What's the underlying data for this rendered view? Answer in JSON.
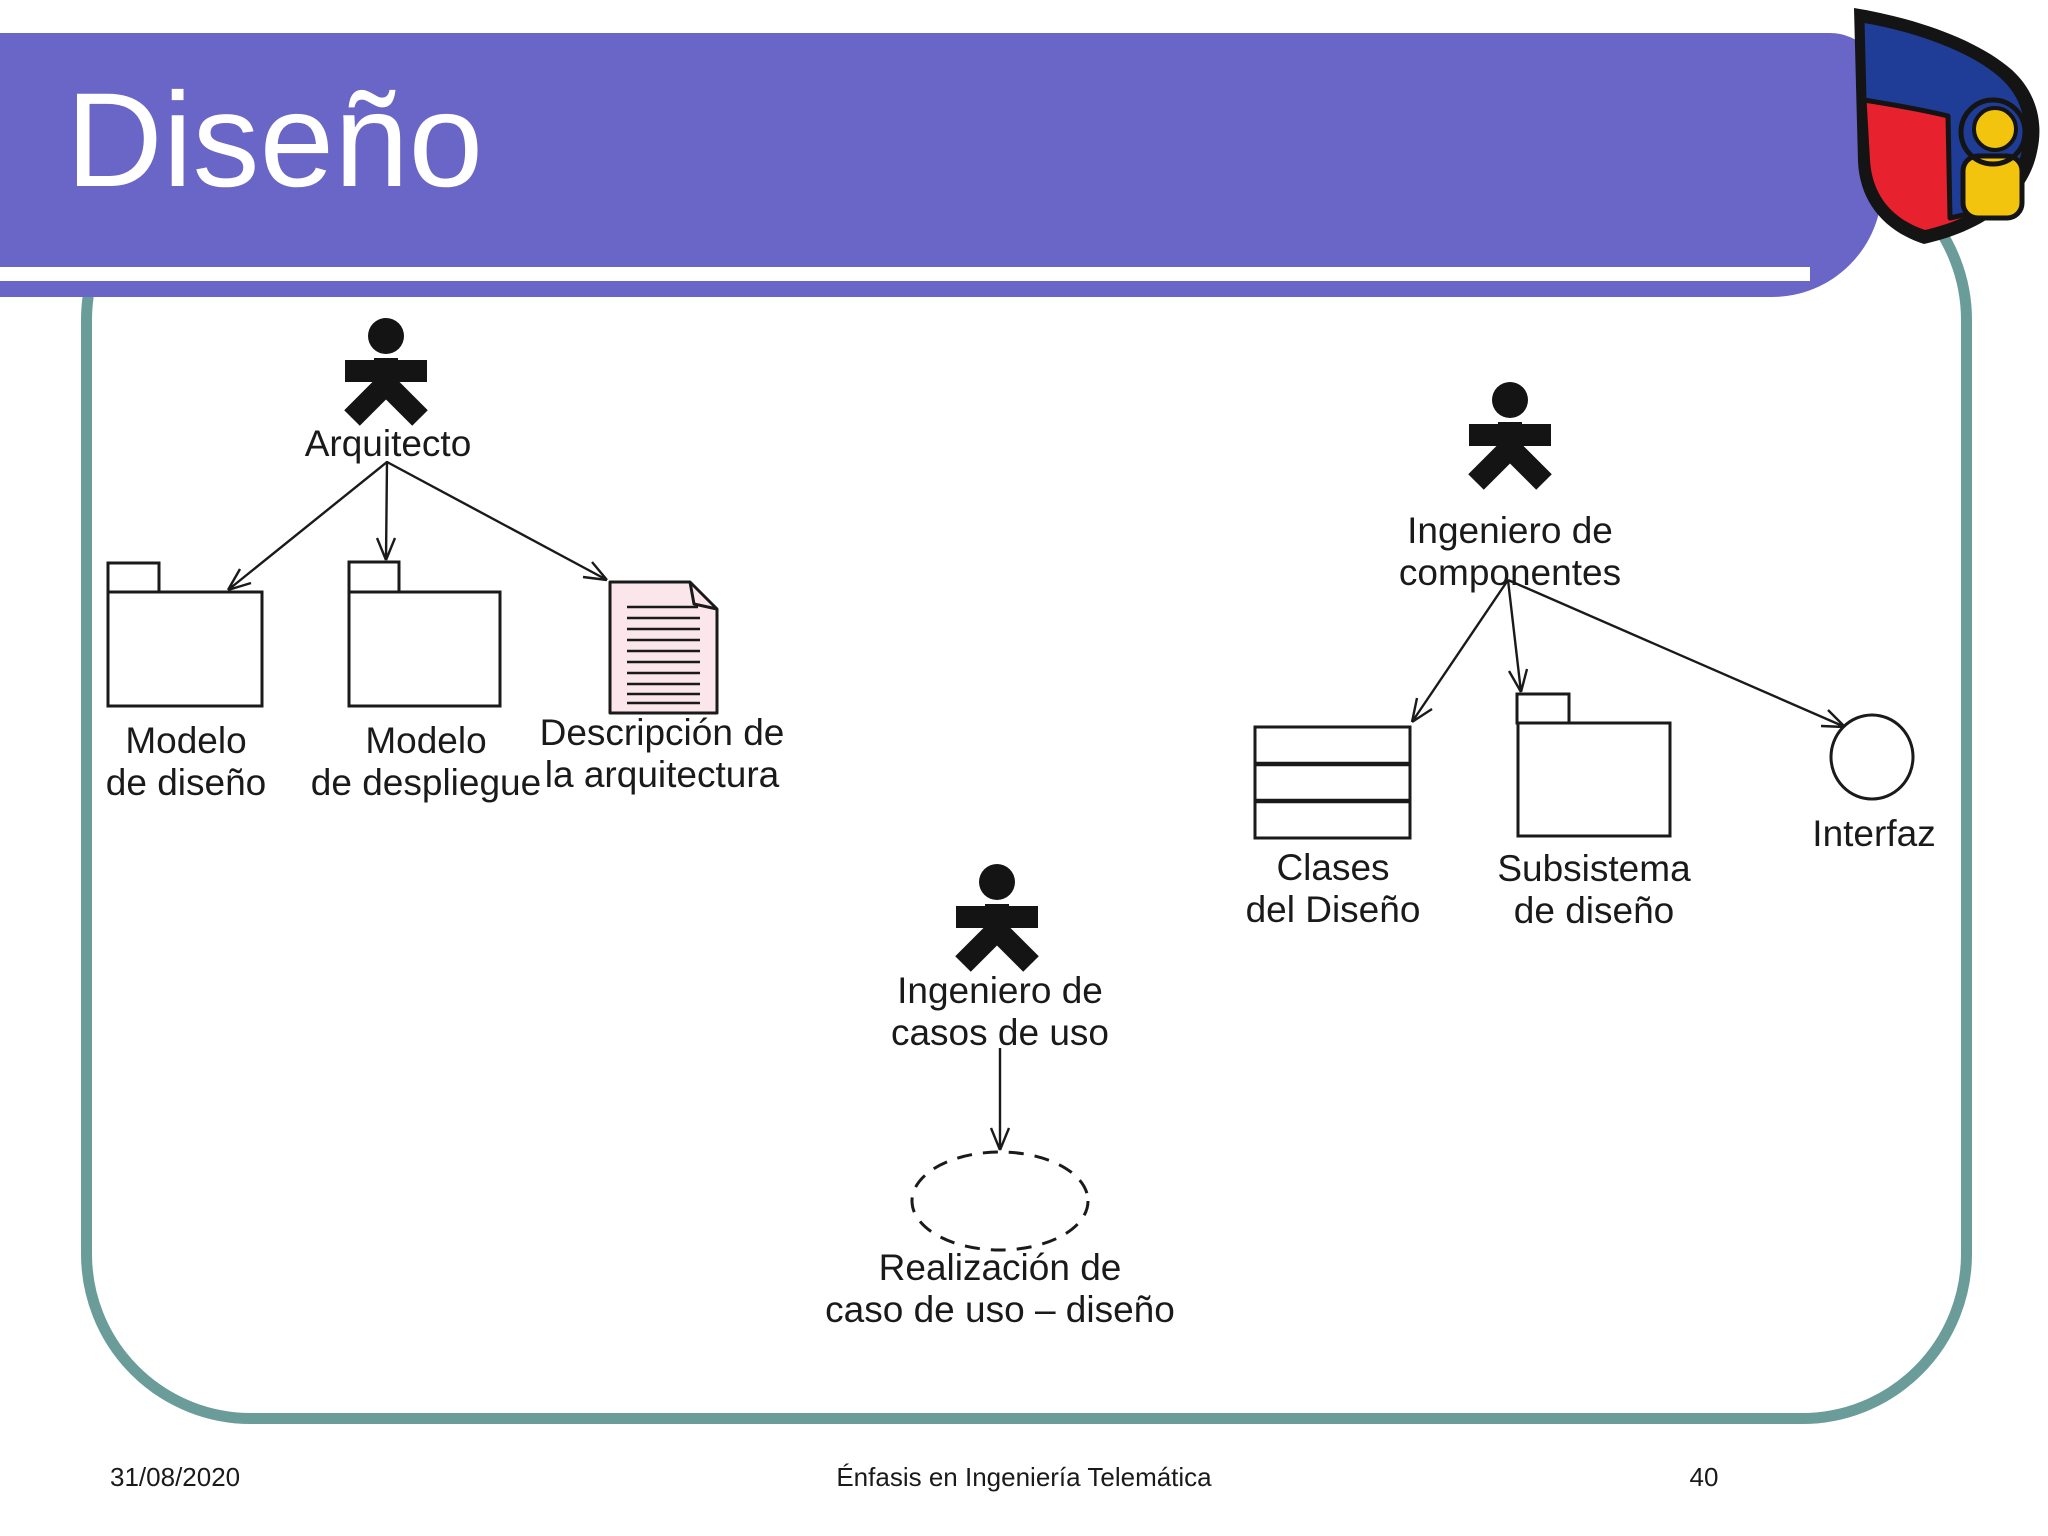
{
  "slide": {
    "title": "Diseño"
  },
  "footer": {
    "date": "31/08/2020",
    "course": "Énfasis en Ingeniería Telemática",
    "page": "40"
  },
  "colors": {
    "banner_purple": "#6966c7",
    "frame_teal": "#6a9c99",
    "document_pink": "#fbe6eb",
    "logo_blue": "#1f3d96",
    "logo_red": "#e8212e",
    "logo_yellow": "#f2c40d",
    "diagram_ink": "#1a1a1a"
  },
  "diagram": {
    "actors": {
      "arquitecto": {
        "line1": "Arquitecto"
      },
      "ing_componentes": {
        "line1": "Ingeniero de",
        "line2": "componentes"
      },
      "ing_casos": {
        "line1": "Ingeniero de",
        "line2": "casos de uso"
      }
    },
    "artifacts": {
      "modelo_diseno": {
        "line1": "Modelo",
        "line2": "de diseño",
        "shape": "package-folder"
      },
      "modelo_despliegue": {
        "line1": "Modelo",
        "line2": "de despliegue",
        "shape": "package-folder"
      },
      "descripcion": {
        "line1": "Descripción de",
        "line2": "la arquitectura",
        "shape": "document"
      },
      "clases": {
        "line1": "Clases",
        "line2": "del Diseño",
        "shape": "class-box"
      },
      "subsistema": {
        "line1": "Subsistema",
        "line2": "de diseño",
        "shape": "package-folder"
      },
      "interfaz": {
        "line1": "Interfaz",
        "shape": "circle"
      },
      "realizacion": {
        "line1": "Realización de",
        "line2": "caso de uso – diseño",
        "shape": "dashed-ellipse"
      }
    },
    "edges": [
      {
        "from": "arquitecto",
        "to": "modelo_diseno"
      },
      {
        "from": "arquitecto",
        "to": "modelo_despliegue"
      },
      {
        "from": "arquitecto",
        "to": "descripcion"
      },
      {
        "from": "ing_componentes",
        "to": "clases"
      },
      {
        "from": "ing_componentes",
        "to": "subsistema"
      },
      {
        "from": "ing_componentes",
        "to": "interfaz"
      },
      {
        "from": "ing_casos",
        "to": "realizacion"
      }
    ]
  }
}
